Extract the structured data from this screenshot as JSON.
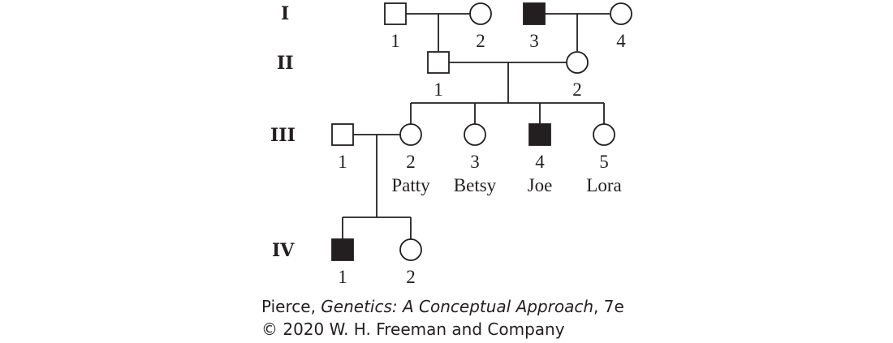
{
  "generations": [
    {
      "label": "I"
    },
    {
      "label": "II"
    },
    {
      "label": "III"
    },
    {
      "label": "IV"
    }
  ],
  "individuals": [
    {
      "id": "I-1",
      "generation": "I",
      "number": "1",
      "sex": "male",
      "affected": false,
      "name": ""
    },
    {
      "id": "I-2",
      "generation": "I",
      "number": "2",
      "sex": "female",
      "affected": false,
      "name": ""
    },
    {
      "id": "I-3",
      "generation": "I",
      "number": "3",
      "sex": "male",
      "affected": true,
      "name": ""
    },
    {
      "id": "I-4",
      "generation": "I",
      "number": "4",
      "sex": "female",
      "affected": false,
      "name": ""
    },
    {
      "id": "II-1",
      "generation": "II",
      "number": "1",
      "sex": "male",
      "affected": false,
      "name": ""
    },
    {
      "id": "II-2",
      "generation": "II",
      "number": "2",
      "sex": "female",
      "affected": false,
      "name": ""
    },
    {
      "id": "III-1",
      "generation": "III",
      "number": "1",
      "sex": "male",
      "affected": false,
      "name": ""
    },
    {
      "id": "III-2",
      "generation": "III",
      "number": "2",
      "sex": "female",
      "affected": false,
      "name": "Patty"
    },
    {
      "id": "III-3",
      "generation": "III",
      "number": "3",
      "sex": "female",
      "affected": false,
      "name": "Betsy"
    },
    {
      "id": "III-4",
      "generation": "III",
      "number": "4",
      "sex": "male",
      "affected": true,
      "name": "Joe"
    },
    {
      "id": "III-5",
      "generation": "III",
      "number": "5",
      "sex": "female",
      "affected": false,
      "name": "Lora"
    },
    {
      "id": "IV-1",
      "generation": "IV",
      "number": "1",
      "sex": "male",
      "affected": true,
      "name": ""
    },
    {
      "id": "IV-2",
      "generation": "IV",
      "number": "2",
      "sex": "female",
      "affected": false,
      "name": ""
    }
  ],
  "matings": [
    {
      "partners": [
        "I-1",
        "I-2"
      ],
      "children": [
        "II-1"
      ]
    },
    {
      "partners": [
        "I-3",
        "I-4"
      ],
      "children": [
        "II-2"
      ]
    },
    {
      "partners": [
        "II-1",
        "II-2"
      ],
      "children": [
        "III-2",
        "III-3",
        "III-4",
        "III-5"
      ]
    },
    {
      "partners": [
        "III-1",
        "III-2"
      ],
      "children": [
        "IV-1",
        "IV-2"
      ]
    }
  ],
  "credit": {
    "author": "Pierce, ",
    "title": "Genetics: A Conceptual Approach",
    "edition": ", 7e",
    "copyright": "© 2020 W. H. Freeman and Company"
  },
  "colors": {
    "ink": "#231f20",
    "background": "#ffffff"
  }
}
